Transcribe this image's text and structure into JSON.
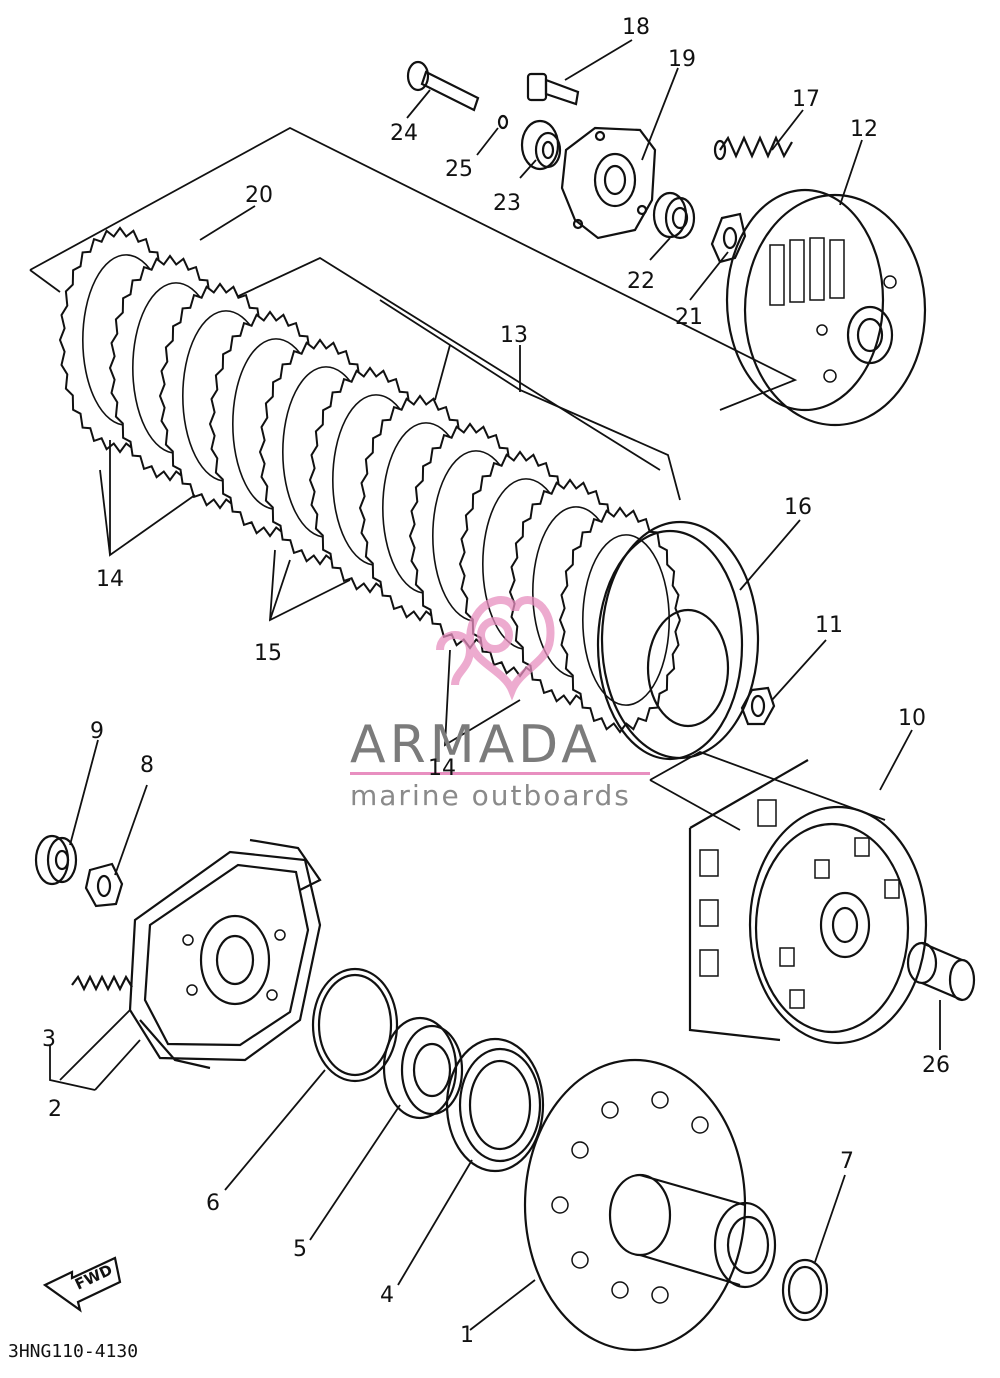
{
  "diagram": {
    "code": "3HNG110-4130",
    "fwd_label": "FWD",
    "watermark": {
      "brand": "ARMADA",
      "tagline": "marine outboards",
      "accent_color": "#e88fc0",
      "text_color": "#7b7b7b"
    },
    "callouts": {
      "c1": "1",
      "c2": "2",
      "c3": "3",
      "c4": "4",
      "c5": "5",
      "c6": "6",
      "c7": "7",
      "c8": "8",
      "c9": "9",
      "c10": "10",
      "c11": "11",
      "c12": "12",
      "c13": "13",
      "c14a": "14",
      "c14b": "14",
      "c15": "15",
      "c16": "16",
      "c17": "17",
      "c18": "18",
      "c19": "19",
      "c20": "20",
      "c21": "21",
      "c22": "22",
      "c23": "23",
      "c24": "24",
      "c25": "25",
      "c26": "26"
    }
  }
}
